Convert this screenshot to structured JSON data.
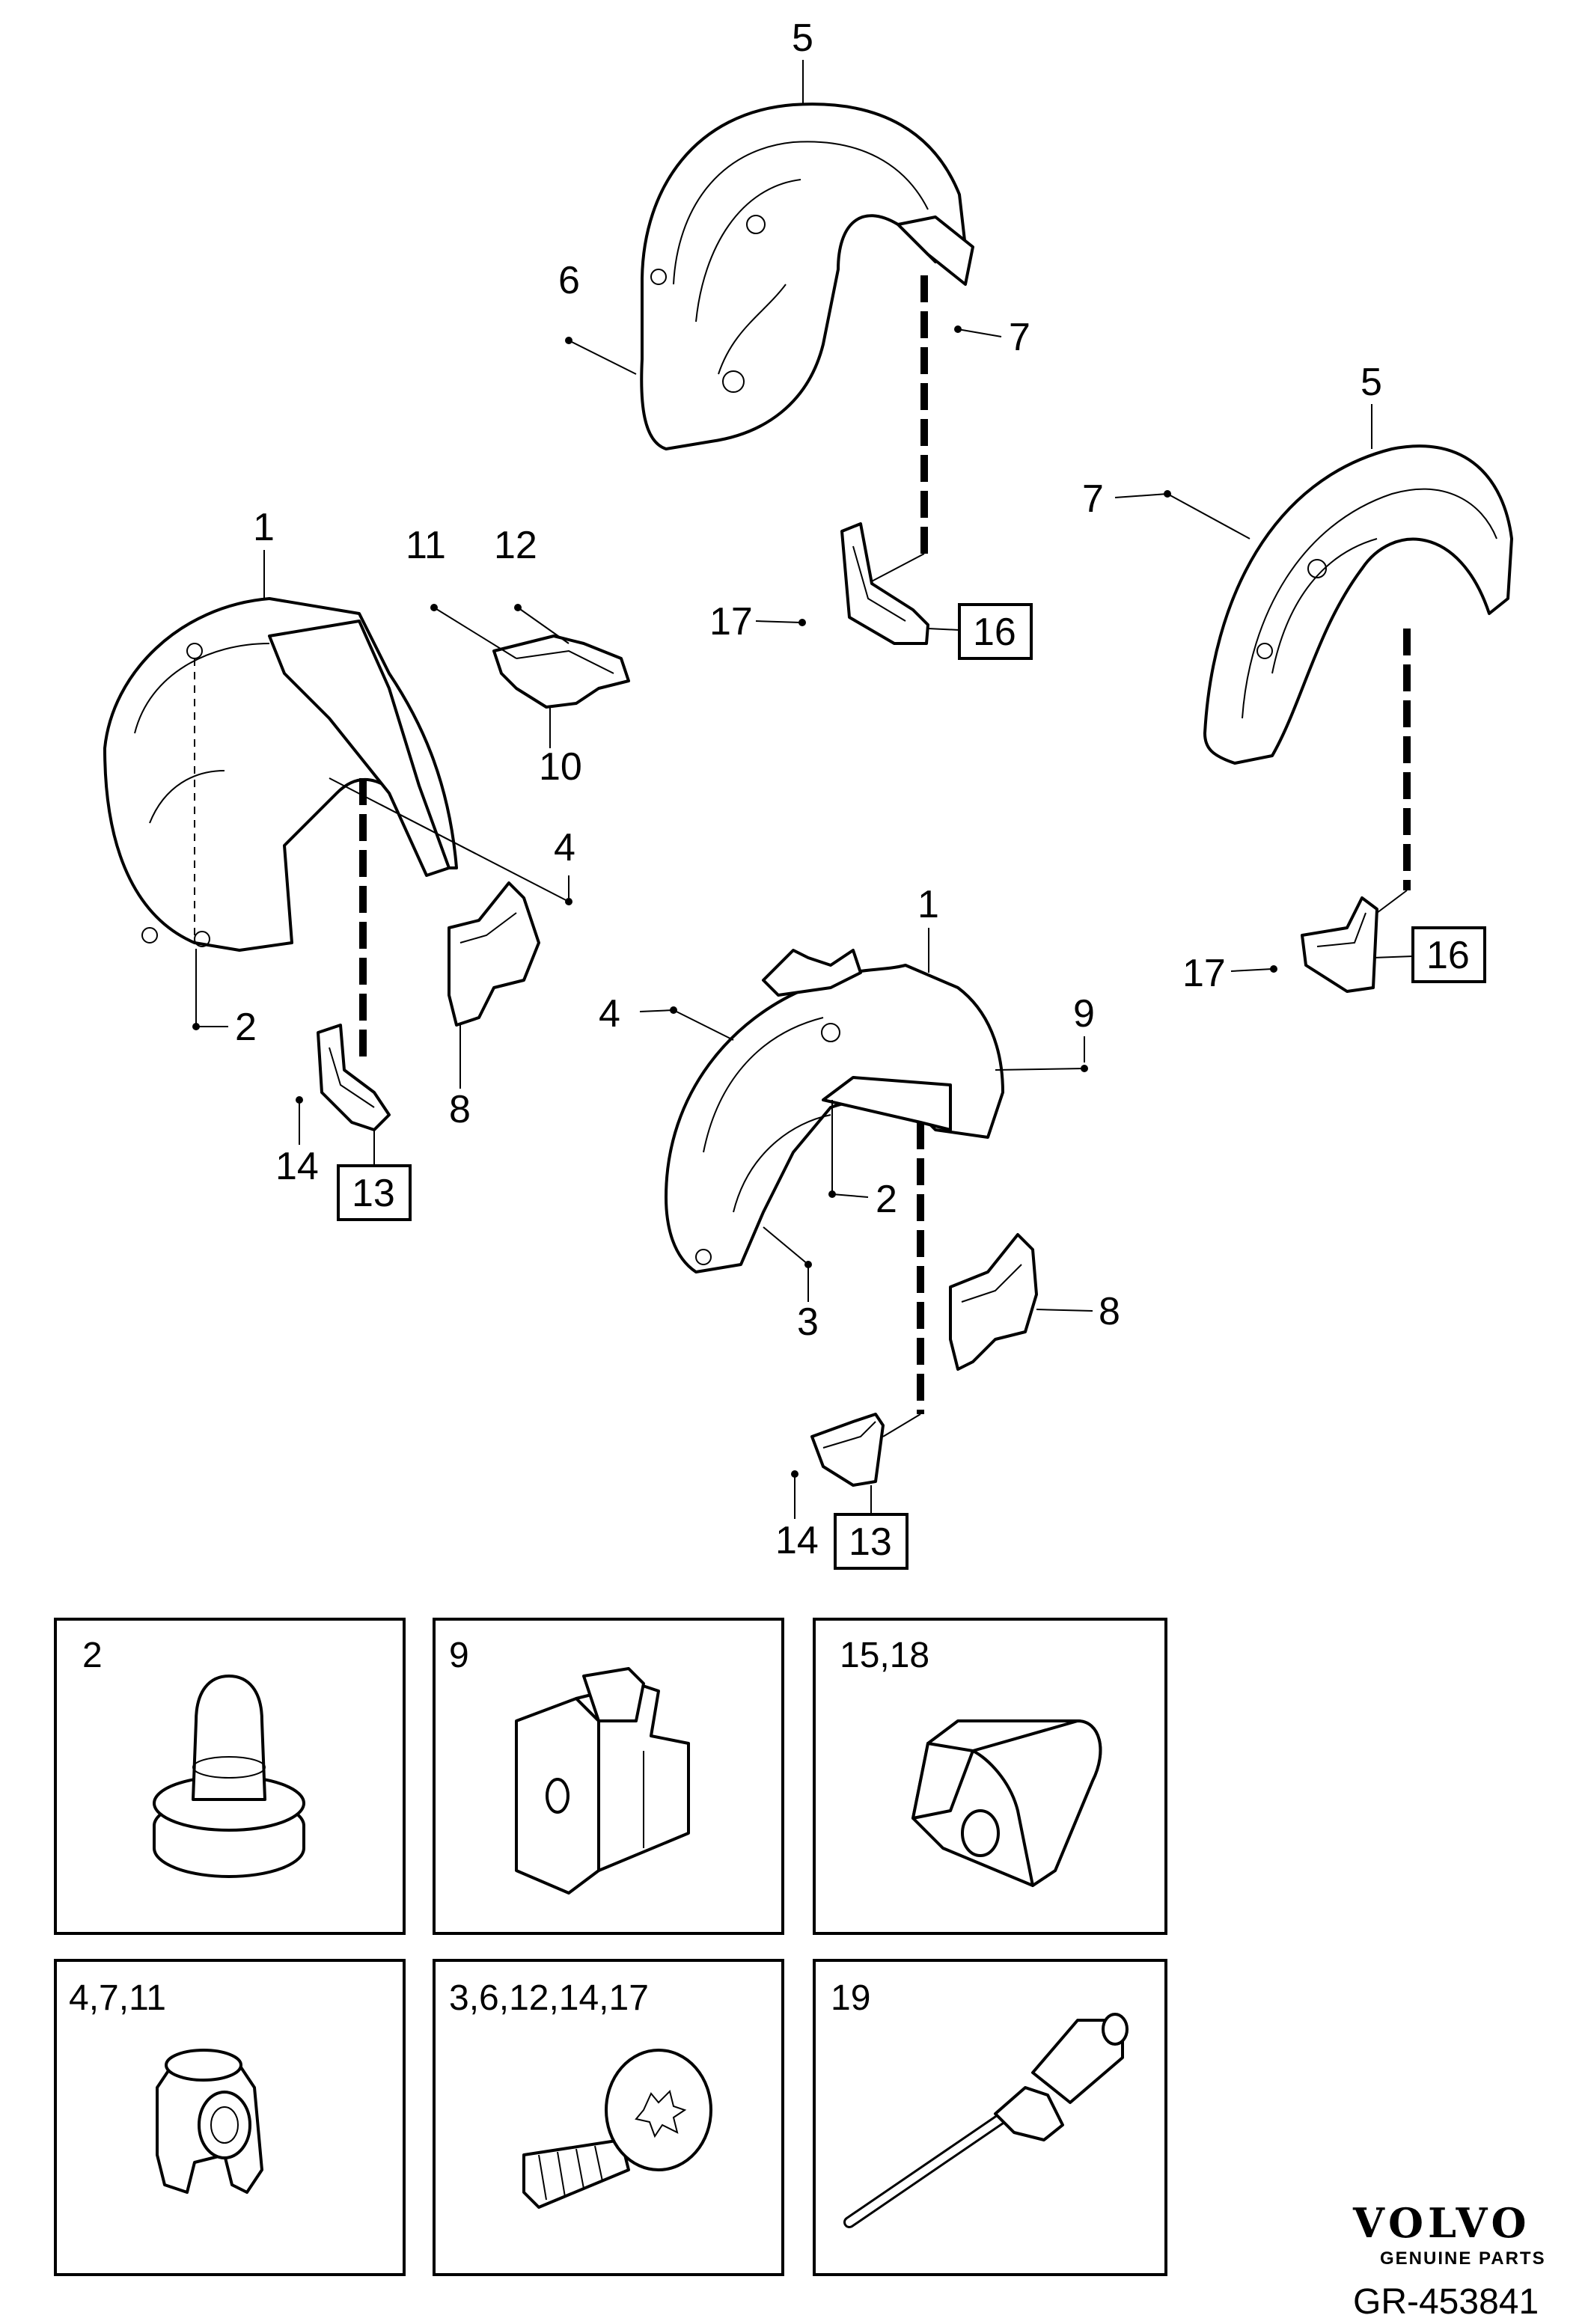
{
  "callouts": {
    "top_5": "5",
    "top_6": "6",
    "top_7": "7",
    "rr_5": "5",
    "rr_7": "7",
    "rr_17": "17",
    "rr_16": "16",
    "mid_17": "17",
    "mid_16": "16",
    "fl_1": "1",
    "fl_2": "2",
    "fl_4": "4",
    "fl_8": "8",
    "fl_10": "10",
    "fl_11": "11",
    "fl_12": "12",
    "fl_13": "13",
    "fl_14": "14",
    "fr_1": "1",
    "fr_2": "2",
    "fr_3": "3",
    "fr_4": "4",
    "fr_8": "8",
    "fr_9": "9",
    "fr_13": "13",
    "fr_14": "14"
  },
  "fasteners": [
    {
      "label": "2",
      "icon": "push-rivet-icon"
    },
    {
      "label": "9",
      "icon": "clip-nut-icon"
    },
    {
      "label": "15,18",
      "icon": "bracket-clip-icon"
    },
    {
      "label": "4,7,11",
      "icon": "expanding-nut-icon"
    },
    {
      "label": "3,6,12,14,17",
      "icon": "torx-screw-icon"
    },
    {
      "label": "19",
      "icon": "blind-rivet-icon"
    }
  ],
  "brand": {
    "name": "VOLVO",
    "tagline": "GENUINE PARTS"
  },
  "reference": "GR-453841"
}
